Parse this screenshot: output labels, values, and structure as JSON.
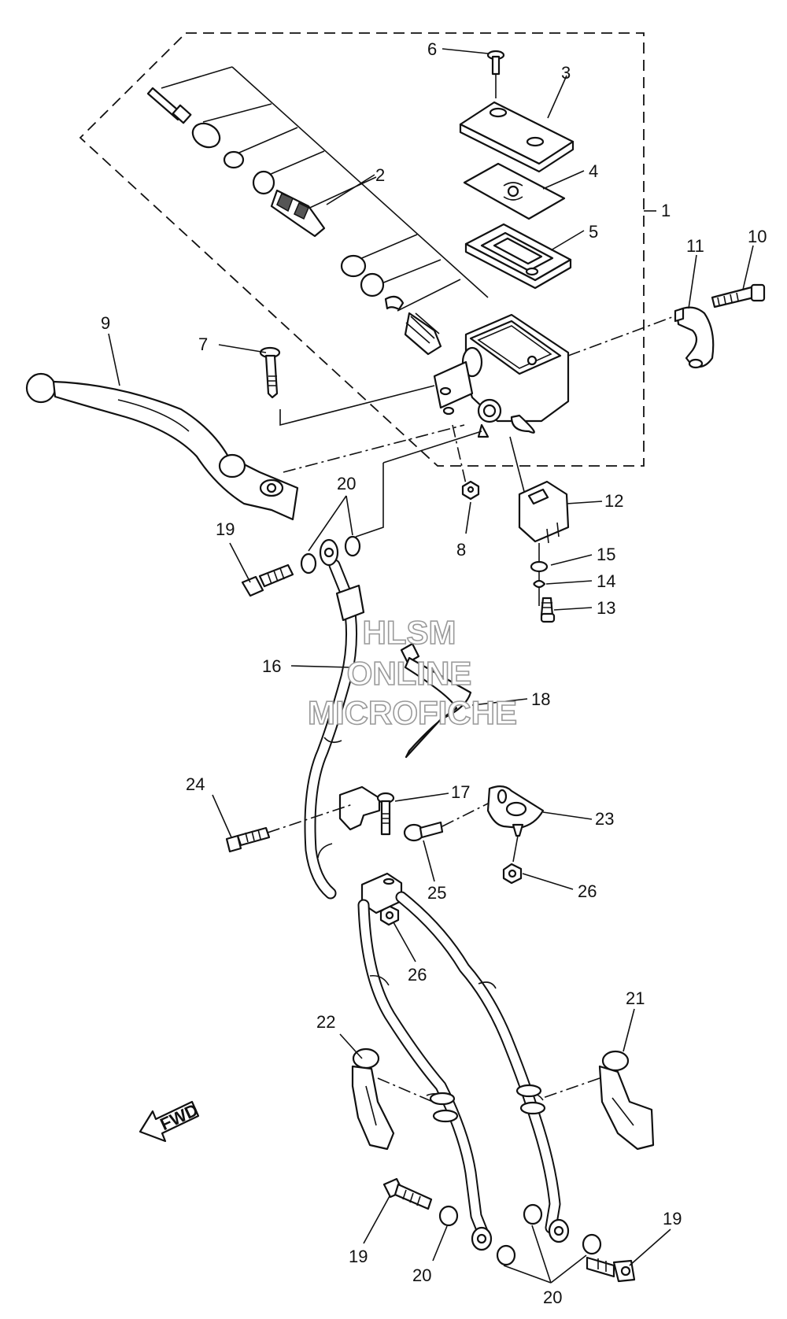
{
  "watermark": {
    "line1": "HLSM",
    "line2": "ONLINE",
    "line3": "MICROFICHE"
  },
  "fwd_arrow_label": "FWD",
  "callouts": {
    "c1": "1",
    "c2": "2",
    "c3": "3",
    "c4": "4",
    "c5": "5",
    "c6": "6",
    "c7": "7",
    "c8": "8",
    "c9": "9",
    "c10": "10",
    "c11": "11",
    "c12": "12",
    "c13": "13",
    "c14": "14",
    "c15": "15",
    "c16": "16",
    "c17": "17",
    "c18": "18",
    "c19a": "19",
    "c19b": "19",
    "c19c": "19",
    "c20a": "20",
    "c20b": "20",
    "c20c": "20",
    "c21": "21",
    "c22": "22",
    "c23": "23",
    "c24": "24",
    "c25": "25",
    "c26a": "26",
    "c26b": "26"
  }
}
